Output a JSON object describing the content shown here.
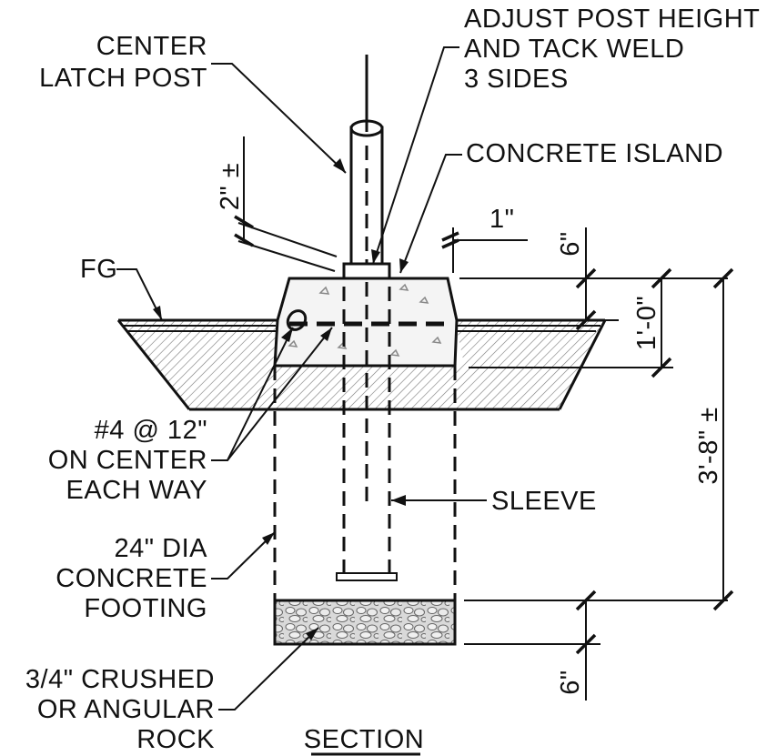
{
  "labels": {
    "center_latch_post": [
      "CENTER",
      "LATCH POST"
    ],
    "adjust_post": [
      "ADJUST POST HEIGHT",
      "AND TACK WELD",
      "3 SIDES"
    ],
    "concrete_island": "CONCRETE ISLAND",
    "fg": "FG",
    "rebar": [
      "#4 @ 12\"",
      "ON CENTER",
      "EACH WAY"
    ],
    "sleeve": "SLEEVE",
    "footing": [
      "24\" DIA",
      "CONCRETE",
      "FOOTING"
    ],
    "rock": [
      "3/4\" CRUSHED",
      "OR ANGULAR",
      "ROCK"
    ],
    "section_title": "SECTION"
  },
  "dimensions": {
    "post_height": "2\" ±",
    "offset": "1\"",
    "island_top": "6\"",
    "island_depth": "1'-0\"",
    "total_depth": "3'-8\" ±",
    "rock_depth": "6\""
  },
  "colors": {
    "line": "#111111",
    "hatch": "#555555",
    "concrete_fill": "#f4f4f4"
  }
}
